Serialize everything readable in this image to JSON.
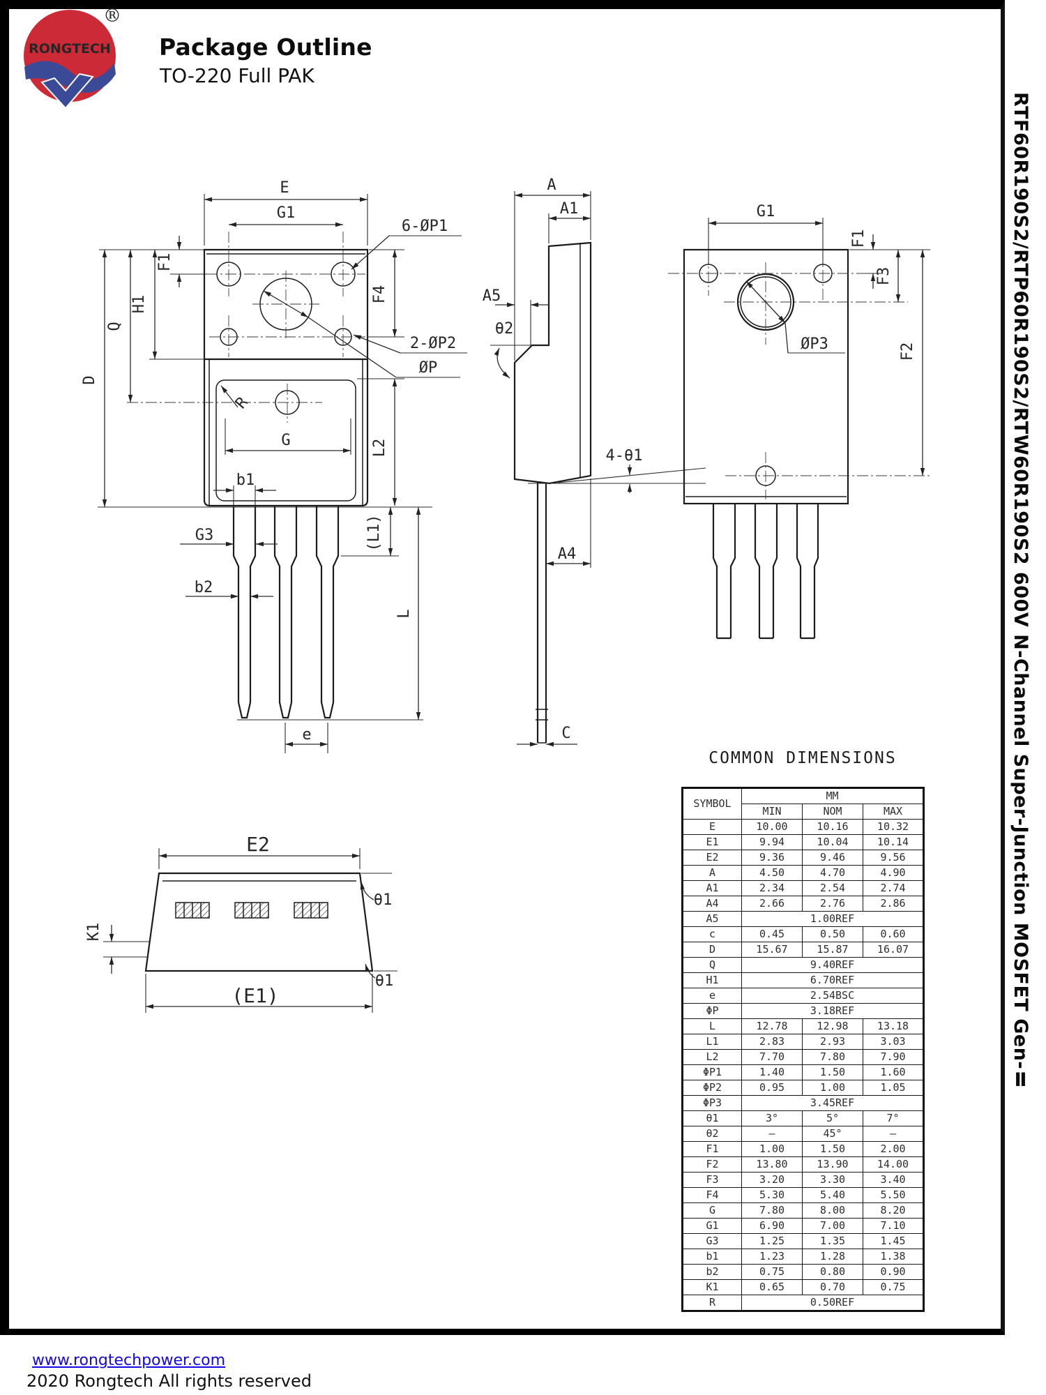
{
  "header": {
    "logo_text": "RONGTECH",
    "registered_mark": "®",
    "title": "Package Outline",
    "subtitle": "TO-220 Full PAK",
    "logo_red": "#cc2a37",
    "logo_blue": "#3b4a97"
  },
  "side_text": "RTF60R190S2/RTP60R190S2/RTW60R190S2 600V N-Channel Super-Junction MOSFET Gen-Ⅱ",
  "drawing": {
    "front": {
      "E": "E",
      "G1": "G1",
      "P1": "6-ØP1",
      "F1": "F1",
      "H1": "H1",
      "Q": "Q",
      "D": "D",
      "F4": "F4",
      "P2": "2-ØP2",
      "P": "ØP",
      "R": "R",
      "G": "G",
      "L2": "L2",
      "b1": "b1",
      "L1": "(L1)",
      "G3": "G3",
      "b2": "b2",
      "L": "L",
      "e": "e"
    },
    "side": {
      "A": "A",
      "A1": "A1",
      "A5": "A5",
      "theta2": "θ2",
      "theta1": "4-θ1",
      "A4": "A4",
      "C": "C"
    },
    "back": {
      "G1": "G1",
      "F1": "F1",
      "F3": "F3",
      "P3": "ØP3",
      "F2": "F2"
    },
    "bottom": {
      "E2": "E2",
      "theta1_top": "θ1",
      "theta1_bottom": "θ1",
      "K1": "K1",
      "E1": "(E1)"
    }
  },
  "table": {
    "title": "COMMON DIMENSIONS",
    "symbol_header": "SYMBOL",
    "unit_header": "MM",
    "cols": [
      "MIN",
      "NOM",
      "MAX"
    ],
    "rows": [
      {
        "symbol": "E",
        "min": "10.00",
        "nom": "10.16",
        "max": "10.32"
      },
      {
        "symbol": "E1",
        "min": "9.94",
        "nom": "10.04",
        "max": "10.14"
      },
      {
        "symbol": "E2",
        "min": "9.36",
        "nom": "9.46",
        "max": "9.56"
      },
      {
        "symbol": "A",
        "min": "4.50",
        "nom": "4.70",
        "max": "4.90"
      },
      {
        "symbol": "A1",
        "min": "2.34",
        "nom": "2.54",
        "max": "2.74"
      },
      {
        "symbol": "A4",
        "min": "2.66",
        "nom": "2.76",
        "max": "2.86"
      },
      {
        "symbol": "A5",
        "span": "1.00REF"
      },
      {
        "symbol": "c",
        "min": "0.45",
        "nom": "0.50",
        "max": "0.60"
      },
      {
        "symbol": "D",
        "min": "15.67",
        "nom": "15.87",
        "max": "16.07"
      },
      {
        "symbol": "Q",
        "span": "9.40REF"
      },
      {
        "symbol": "H1",
        "span": "6.70REF"
      },
      {
        "symbol": "e",
        "span": "2.54BSC"
      },
      {
        "symbol": "ΦP",
        "span": "3.18REF"
      },
      {
        "symbol": "L",
        "min": "12.78",
        "nom": "12.98",
        "max": "13.18"
      },
      {
        "symbol": "L1",
        "min": "2.83",
        "nom": "2.93",
        "max": "3.03"
      },
      {
        "symbol": "L2",
        "min": "7.70",
        "nom": "7.80",
        "max": "7.90"
      },
      {
        "symbol": "ΦP1",
        "min": "1.40",
        "nom": "1.50",
        "max": "1.60"
      },
      {
        "symbol": "ΦP2",
        "min": "0.95",
        "nom": "1.00",
        "max": "1.05"
      },
      {
        "symbol": "ΦP3",
        "span": "3.45REF"
      },
      {
        "symbol": "θ1",
        "min": "3°",
        "nom": "5°",
        "max": "7°"
      },
      {
        "symbol": "θ2",
        "min": "–",
        "nom": "45°",
        "max": "–"
      },
      {
        "symbol": "F1",
        "min": "1.00",
        "nom": "1.50",
        "max": "2.00"
      },
      {
        "symbol": "F2",
        "min": "13.80",
        "nom": "13.90",
        "max": "14.00"
      },
      {
        "symbol": "F3",
        "min": "3.20",
        "nom": "3.30",
        "max": "3.40"
      },
      {
        "symbol": "F4",
        "min": "5.30",
        "nom": "5.40",
        "max": "5.50"
      },
      {
        "symbol": "G",
        "min": "7.80",
        "nom": "8.00",
        "max": "8.20"
      },
      {
        "symbol": "G1",
        "min": "6.90",
        "nom": "7.00",
        "max": "7.10"
      },
      {
        "symbol": "G3",
        "min": "1.25",
        "nom": "1.35",
        "max": "1.45"
      },
      {
        "symbol": "b1",
        "min": "1.23",
        "nom": "1.28",
        "max": "1.38"
      },
      {
        "symbol": "b2",
        "min": "0.75",
        "nom": "0.80",
        "max": "0.90"
      },
      {
        "symbol": "K1",
        "min": "0.65",
        "nom": "0.70",
        "max": "0.75"
      },
      {
        "symbol": "R",
        "span": "0.50REF"
      }
    ]
  },
  "footer": {
    "link": "www.rongtechpower.com",
    "copyright": "2020 Rongtech All rights reserved"
  }
}
